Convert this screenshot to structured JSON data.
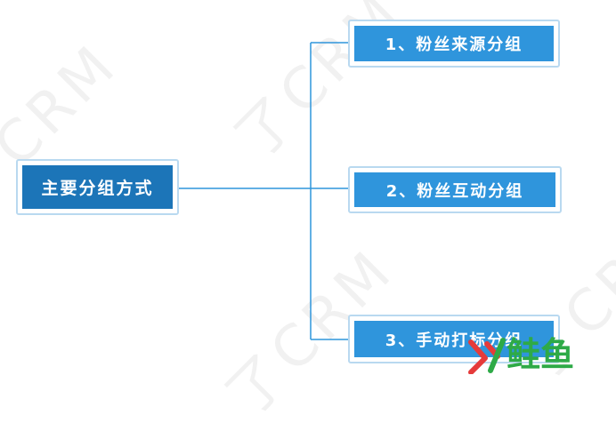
{
  "diagram": {
    "root": {
      "label": "主要分组方式"
    },
    "children": [
      {
        "label": "1、粉丝来源分组"
      },
      {
        "label": "2、粉丝互动分组"
      },
      {
        "label": "3、手动打标分组"
      }
    ]
  },
  "watermarks": [
    {
      "text": "了CRM"
    },
    {
      "text": "CRM"
    },
    {
      "text": "了CRM"
    },
    {
      "text": "了CRM"
    }
  ],
  "logo": {
    "text": "鲑鱼"
  },
  "colors": {
    "root_fill": "#1c75b8",
    "child_fill": "#2f95dc",
    "node_border": "#b9d9f0",
    "connector": "#2f95dc",
    "logo_red": "#e53b3b",
    "logo_green": "#2eaa47"
  }
}
